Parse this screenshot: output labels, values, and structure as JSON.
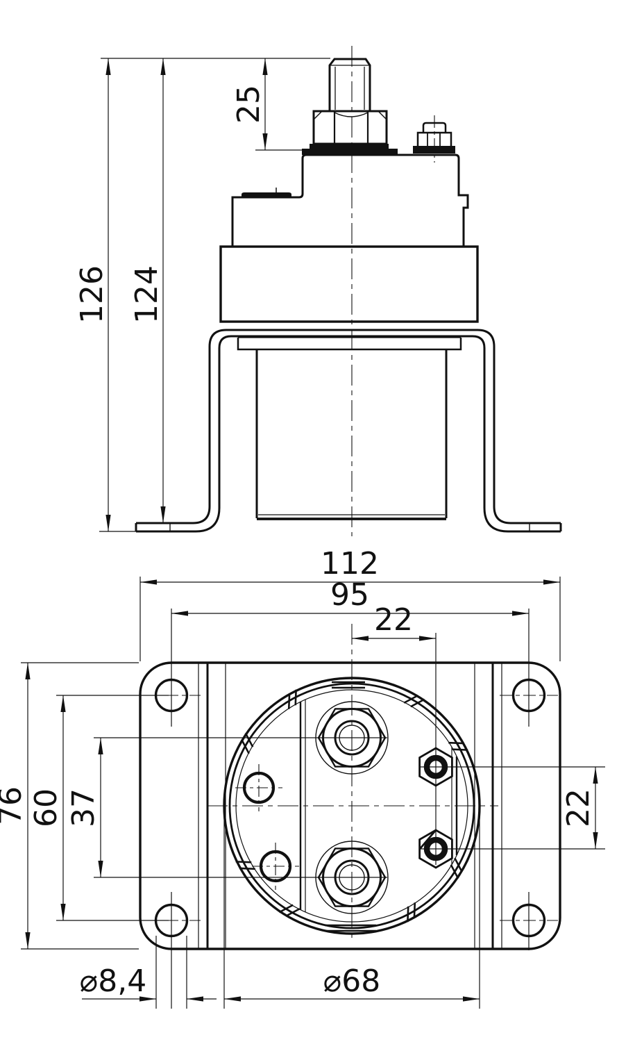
{
  "colors": {
    "line": "#111111",
    "background": "#ffffff"
  },
  "side_view": {
    "dim_overall_height": "126",
    "dim_body_height": "124",
    "dim_stud_height": "25"
  },
  "plan_view": {
    "dim_overall_width": "112",
    "dim_hole_spacing_h": "95",
    "dim_terminal_offset_h": "22",
    "dim_overall_depth": "76",
    "dim_hole_spacing_v": "60",
    "dim_big_terminal_spacing": "37",
    "dim_small_terminal_spacing": "22",
    "dim_mount_hole_dia": "⌀8,4",
    "dim_body_dia": "⌀68"
  }
}
